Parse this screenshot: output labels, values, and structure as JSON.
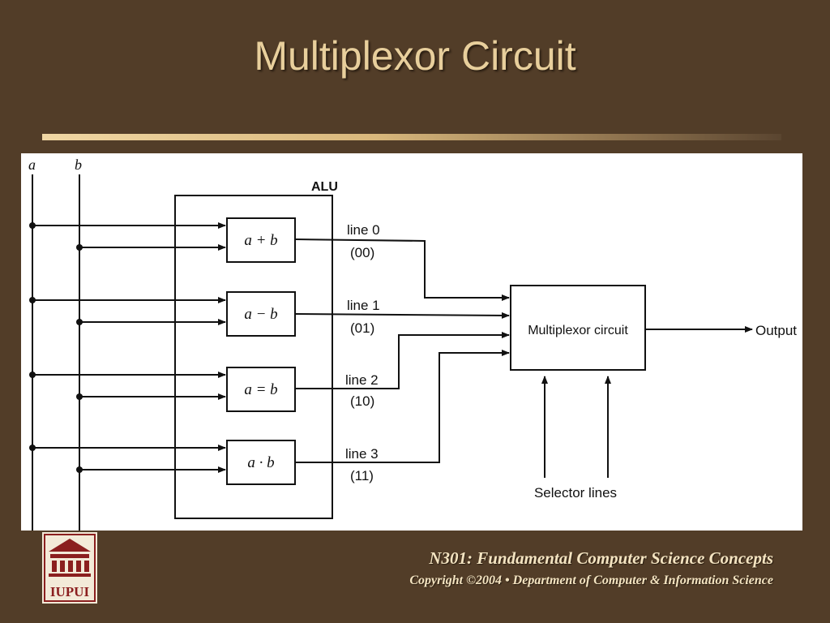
{
  "slide": {
    "title": "Multiplexor Circuit",
    "footer_course": "N301: Fundamental Computer Science Concepts",
    "footer_copyright": "Copyright ©2004 • Department of Computer & Information Science",
    "logo_text": "IUPUI"
  },
  "diagram": {
    "inputs": [
      "a",
      "b"
    ],
    "alu_label": "ALU",
    "ops": [
      "a + b",
      "a − b",
      "a = b",
      "a · b"
    ],
    "lines": [
      {
        "name": "line 0",
        "code": "(00)"
      },
      {
        "name": "line 1",
        "code": "(01)"
      },
      {
        "name": "line 2",
        "code": "(10)"
      },
      {
        "name": "line 3",
        "code": "(11)"
      }
    ],
    "mux_label": "Multiplexor circuit",
    "output_label": "Output",
    "selector_label": "Selector lines"
  },
  "colors": {
    "background": "#523d28",
    "title": "#e8cf9c",
    "footer_text": "#f4e4c1",
    "logo": "#8b1f1f"
  }
}
